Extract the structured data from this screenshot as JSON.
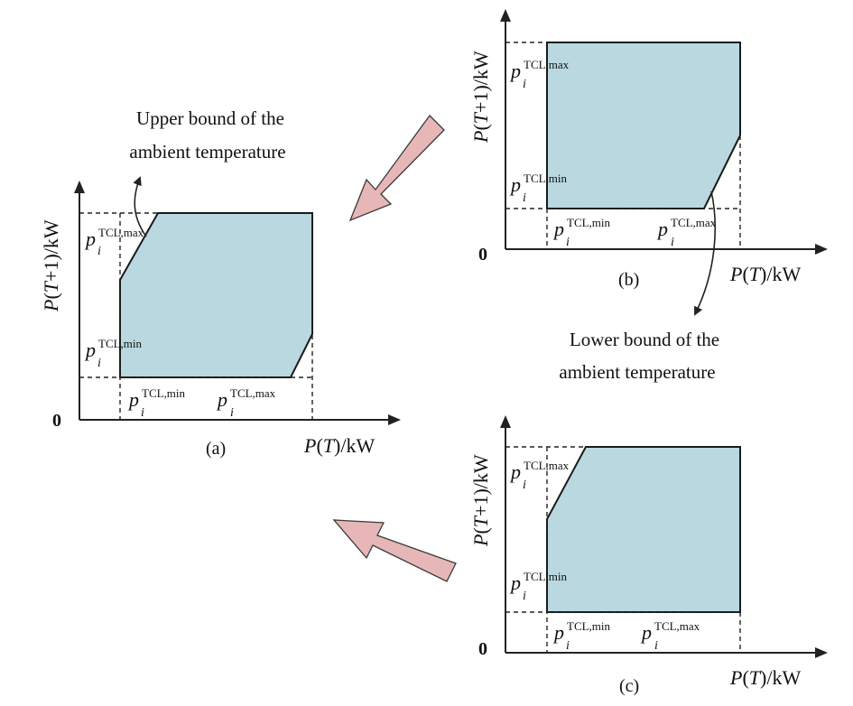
{
  "symbols": {
    "p": "p",
    "i": "i",
    "tcl_max": "TCL,max",
    "tcl_min": "TCL,min",
    "origin": "0"
  },
  "axis_label_x": {
    "P": "P",
    "T": "T",
    "rest": ")/kW",
    "open": "("
  },
  "axis_label_y": "P(T+1)/kW",
  "panels": {
    "a": {
      "caption": "(a)"
    },
    "b": {
      "caption": "(b)"
    },
    "c": {
      "caption": "(c)"
    }
  },
  "annotations": {
    "upper_line1": "Upper bound of the",
    "upper_line2": "ambient temperature",
    "lower_line1": "Lower bound of the",
    "lower_line2": "ambient temperature"
  },
  "colors": {
    "region_fill": "#b9d8e0",
    "arrow_fill": "#e7b7b7"
  },
  "icons": {
    "transition_arrows": "thick-arrow-icon"
  }
}
